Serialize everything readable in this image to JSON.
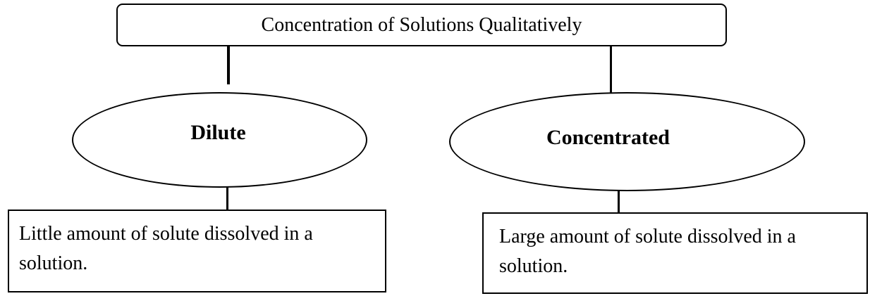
{
  "diagram": {
    "title": "Concentration of Solutions Qualitatively",
    "branches": [
      {
        "label": "Dilute",
        "definition": "Little amount of solute dissolved in a solution."
      },
      {
        "label": "Concentrated",
        "definition": "Large amount of solute dissolved in a solution."
      }
    ]
  }
}
